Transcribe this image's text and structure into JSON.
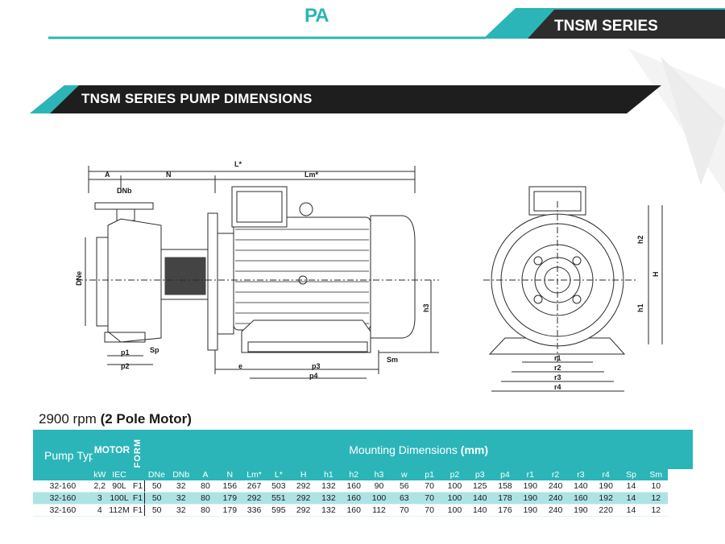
{
  "brand": {
    "logo": "PA",
    "series_tag": "TNSM SERIES"
  },
  "section_title": "TNSM SERIES PUMP DIMENSIONS",
  "subtitle": {
    "rpm": "2900 rpm",
    "motor": "(2 Pole Motor)"
  },
  "drawing_labels": {
    "A": "A",
    "N": "N",
    "L": "L*",
    "Lm": "Lm*",
    "DNb": "DNb",
    "DNe": "DNe",
    "p1": "p1",
    "p2": "p2",
    "Sp": "Sp",
    "e": "e",
    "p3": "p3",
    "p4": "p4",
    "Sm": "Sm",
    "h3": "h3",
    "h2": "h2",
    "H": "H",
    "h1": "h1",
    "r1": "r1",
    "r2": "r2",
    "r3": "r3",
    "r4": "r4"
  },
  "table": {
    "header": {
      "pump_types": "Pump Types",
      "motor": "MOTOR",
      "form": "FORM",
      "mounting": "Mounting Dimensions",
      "unit": "(mm)"
    },
    "columns": [
      "kW",
      "IEC",
      "DNe",
      "DNb",
      "A",
      "N",
      "Lm*",
      "L*",
      "H",
      "h1",
      "h2",
      "h3",
      "w",
      "p1",
      "p2",
      "p3",
      "p4",
      "r1",
      "r2",
      "r3",
      "r4",
      "Sp",
      "Sm"
    ],
    "rows": [
      {
        "type": "32-160",
        "kw": "2,2",
        "iec": "90L",
        "form": "F1",
        "vals": [
          "50",
          "32",
          "80",
          "156",
          "267",
          "503",
          "292",
          "132",
          "160",
          "90",
          "56",
          "70",
          "100",
          "125",
          "158",
          "190",
          "240",
          "140",
          "190",
          "14",
          "10"
        ]
      },
      {
        "type": "32-160",
        "kw": "3",
        "iec": "100L",
        "form": "F1",
        "vals": [
          "50",
          "32",
          "80",
          "179",
          "292",
          "551",
          "292",
          "132",
          "160",
          "100",
          "63",
          "70",
          "100",
          "140",
          "178",
          "190",
          "240",
          "160",
          "192",
          "14",
          "12"
        ]
      },
      {
        "type": "32-160",
        "kw": "4",
        "iec": "112M",
        "form": "F1",
        "vals": [
          "50",
          "32",
          "80",
          "179",
          "336",
          "595",
          "292",
          "132",
          "160",
          "112",
          "70",
          "70",
          "100",
          "140",
          "176",
          "190",
          "240",
          "190",
          "220",
          "14",
          "12"
        ]
      }
    ]
  },
  "colors": {
    "accent": "#2bb5b8",
    "dark": "#1a1a1a",
    "highlight": "#aee3e5"
  }
}
